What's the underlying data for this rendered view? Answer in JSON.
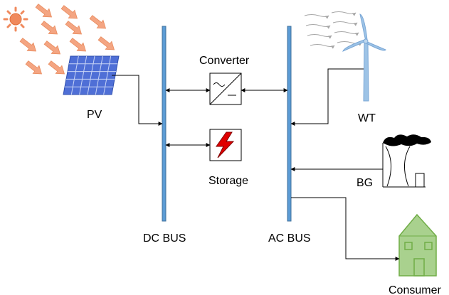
{
  "labels": {
    "pv": "PV",
    "converter": "Converter",
    "storage": "Storage",
    "wt": "WT",
    "bg": "BG",
    "dc_bus": "DC BUS",
    "ac_bus": "AC BUS",
    "consumer": "Consumer"
  },
  "colors": {
    "bus": "#5b9bd5",
    "bus_stroke": "#41719c",
    "sun": "#f4a582",
    "sun_core": "#f08a5d",
    "panel": "#4f6fd6",
    "turbine": "#9dc3e6",
    "house": "#a9d18e",
    "house_stroke": "#70ad47",
    "bolt": "#e00000"
  },
  "icons": [
    "sun-icon",
    "solar-panel-icon",
    "converter-icon",
    "battery-bolt-icon",
    "wind-turbine-icon",
    "biogas-plant-icon",
    "house-icon"
  ]
}
